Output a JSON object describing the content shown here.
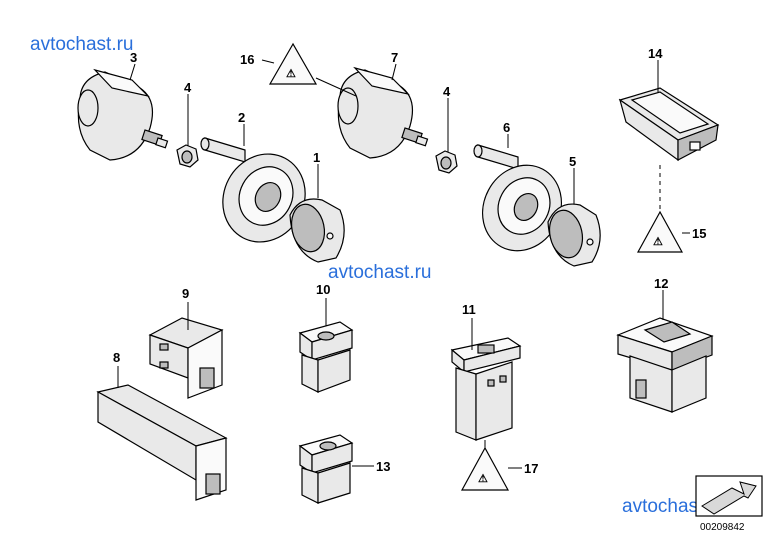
{
  "watermarks": [
    "avtochast.ru",
    "avtochast.ru",
    "avtochast.ru"
  ],
  "diagram_code": "00209842",
  "part_numbers": {
    "p1": "1",
    "p2": "2",
    "p3": "3",
    "p4a": "4",
    "p4b": "4",
    "p5": "5",
    "p6": "6",
    "p7": "7",
    "p8": "8",
    "p9": "9",
    "p10": "10",
    "p11": "11",
    "p12": "12",
    "p13": "13",
    "p14": "14",
    "p15": "15",
    "p16": "16",
    "p17": "17"
  },
  "icons": [
    "warning-triangle-icon",
    "nav-arrow-icon"
  ]
}
